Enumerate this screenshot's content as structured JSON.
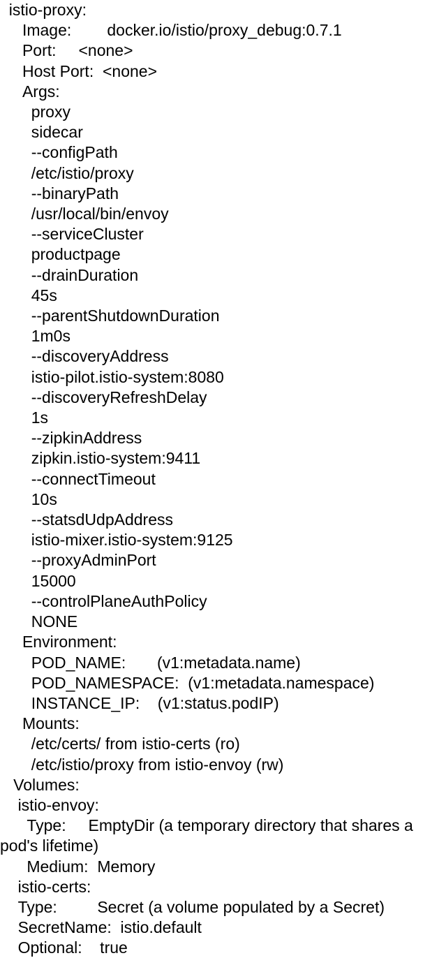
{
  "terminal": {
    "description": "kubectl describe pod output for istio-proxy container and volumes",
    "lines": [
      "  istio-proxy:",
      "     Image:        docker.io/istio/proxy_debug:0.7.1",
      "     Port:     <none>",
      "     Host Port:  <none>",
      "     Args:",
      "       proxy",
      "       sidecar",
      "       --configPath",
      "       /etc/istio/proxy",
      "       --binaryPath",
      "       /usr/local/bin/envoy",
      "       --serviceCluster",
      "       productpage",
      "       --drainDuration",
      "       45s",
      "       --parentShutdownDuration",
      "       1m0s",
      "       --discoveryAddress",
      "       istio-pilot.istio-system:8080",
      "       --discoveryRefreshDelay",
      "       1s",
      "       --zipkinAddress",
      "       zipkin.istio-system:9411",
      "       --connectTimeout",
      "       10s",
      "       --statsdUdpAddress",
      "       istio-mixer.istio-system:9125",
      "       --proxyAdminPort",
      "       15000",
      "       --controlPlaneAuthPolicy",
      "       NONE",
      "     Environment:",
      "       POD_NAME:       (v1:metadata.name)",
      "       POD_NAMESPACE:  (v1:metadata.namespace)",
      "       INSTANCE_IP:    (v1:status.podIP)",
      "     Mounts:",
      "       /etc/certs/ from istio-certs (ro)",
      "       /etc/istio/proxy from istio-envoy (rw)",
      "   Volumes:",
      "    istio-envoy:",
      "      Type:     EmptyDir (a temporary directory that shares a pod's lifetime)",
      "      Medium:  Memory",
      "    istio-certs:",
      "    Type:         Secret (a volume populated by a Secret)",
      "    SecretName:  istio.default",
      "    Optional:    true"
    ]
  }
}
